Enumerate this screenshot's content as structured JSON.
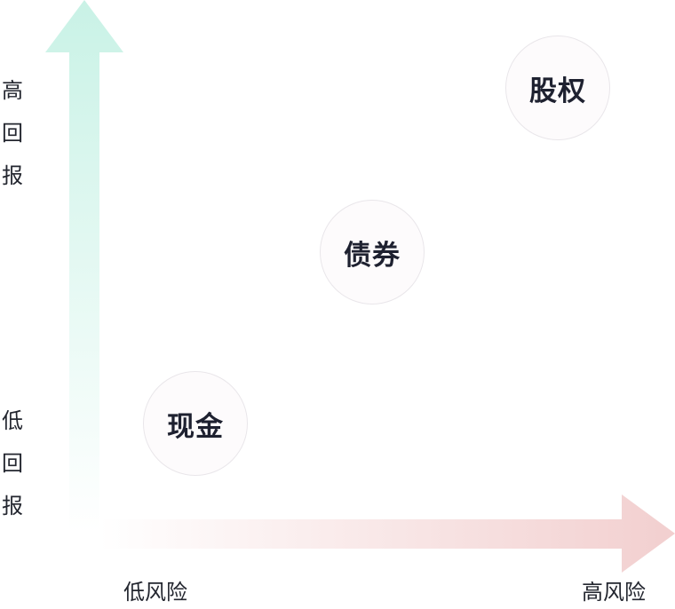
{
  "axes": {
    "y_high_label": [
      "高",
      "回",
      "报"
    ],
    "y_low_label": [
      "低",
      "回",
      "报"
    ],
    "x_low_label": "低风险",
    "x_high_label": "高风险"
  },
  "assets": [
    {
      "label": "现金"
    },
    {
      "label": "债券"
    },
    {
      "label": "股权"
    }
  ],
  "colors": {
    "y_arrow": "#c9f2e6",
    "x_arrow": "#f2cfcf",
    "circle_border": "#e9e6ea",
    "text": "#1e2130"
  }
}
